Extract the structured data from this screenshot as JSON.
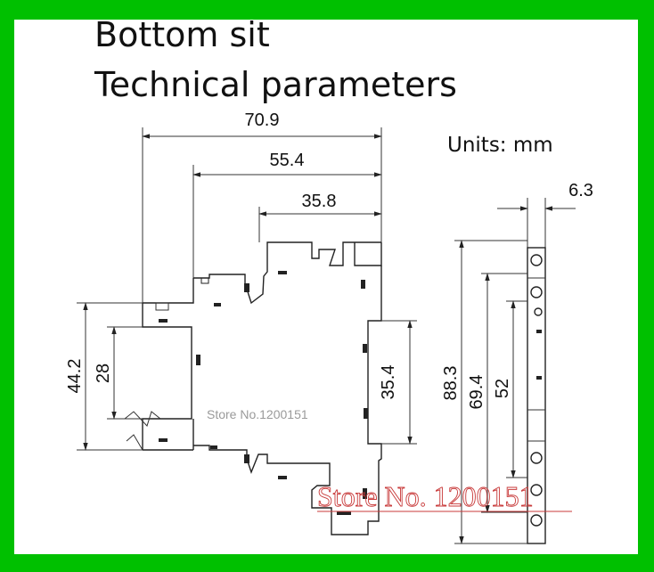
{
  "title": {
    "line1": "Bottom sit",
    "line2": "Technical parameters"
  },
  "units_label": "Units: mm",
  "dimensions": {
    "overall_width": "70.9",
    "mid_width": "55.4",
    "inner_width": "35.8",
    "left_height_outer": "44.2",
    "left_height_inner": "28",
    "right_notch_height": "35.4",
    "side_height_total": "88.3",
    "side_height_mid": "69.4",
    "side_height_inner": "52",
    "side_thickness": "6.3"
  },
  "watermarks": {
    "small": "Store No.1200151",
    "large": "Store  No. 1200151"
  },
  "colors": {
    "border": "#00c000",
    "background": "#ffffff",
    "line": "#222222",
    "watermark_red": "#c83a3a"
  }
}
